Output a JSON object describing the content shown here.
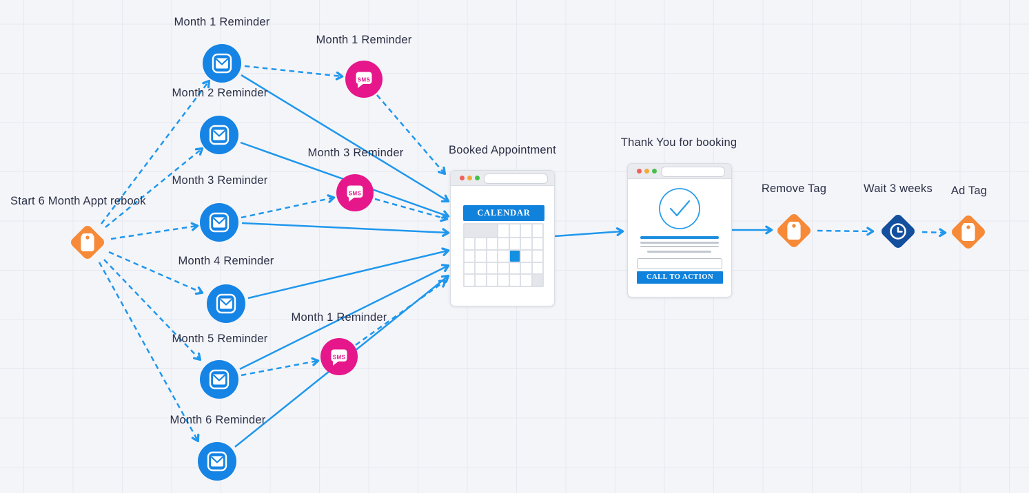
{
  "canvas": {
    "background": "#f4f5f9",
    "grid_color": "#e8e9f0"
  },
  "colors": {
    "email_node": "#1584e4",
    "sms_node": "#e5178b",
    "tag_node": "#f68a38",
    "wait_node": "#134f9d",
    "connector": "#1f97ed",
    "window_dots": [
      "#f0605a",
      "#f2a93b",
      "#45c04a"
    ]
  },
  "labels": {
    "sms_badge": "SMS"
  },
  "nodes": {
    "start": {
      "label": "Start 6 Month Appt rebook",
      "icon": "tag-icon"
    },
    "email1": {
      "label": "Month 1 Reminder",
      "icon": "email-icon"
    },
    "email2": {
      "label": "Month 2 Reminder",
      "icon": "email-icon"
    },
    "email3": {
      "label": "Month 3 Reminder",
      "icon": "email-icon"
    },
    "email4": {
      "label": "Month 4 Reminder",
      "icon": "email-icon"
    },
    "email5": {
      "label": "Month 5 Reminder",
      "icon": "email-icon"
    },
    "email6": {
      "label": "Month 6 Reminder",
      "icon": "email-icon"
    },
    "sms1": {
      "label": "Month 1 Reminder",
      "icon": "sms-icon"
    },
    "sms2": {
      "label": "Month 3 Reminder",
      "icon": "sms-icon"
    },
    "sms3": {
      "label": "Month 1 Reminder",
      "icon": "sms-icon"
    },
    "booked": {
      "label": "Booked Appointment",
      "banner": "CALENDAR",
      "icon": "calendar-page-icon"
    },
    "thankyou": {
      "label": "Thank You for booking",
      "cta": "CALL TO ACTION",
      "icon": "confirmation-page-icon"
    },
    "removeTag": {
      "label": "Remove Tag",
      "icon": "tag-icon"
    },
    "wait": {
      "label": "Wait 3 weeks",
      "icon": "clock-icon"
    },
    "adTag": {
      "label": "Ad Tag",
      "icon": "tag-icon"
    }
  }
}
